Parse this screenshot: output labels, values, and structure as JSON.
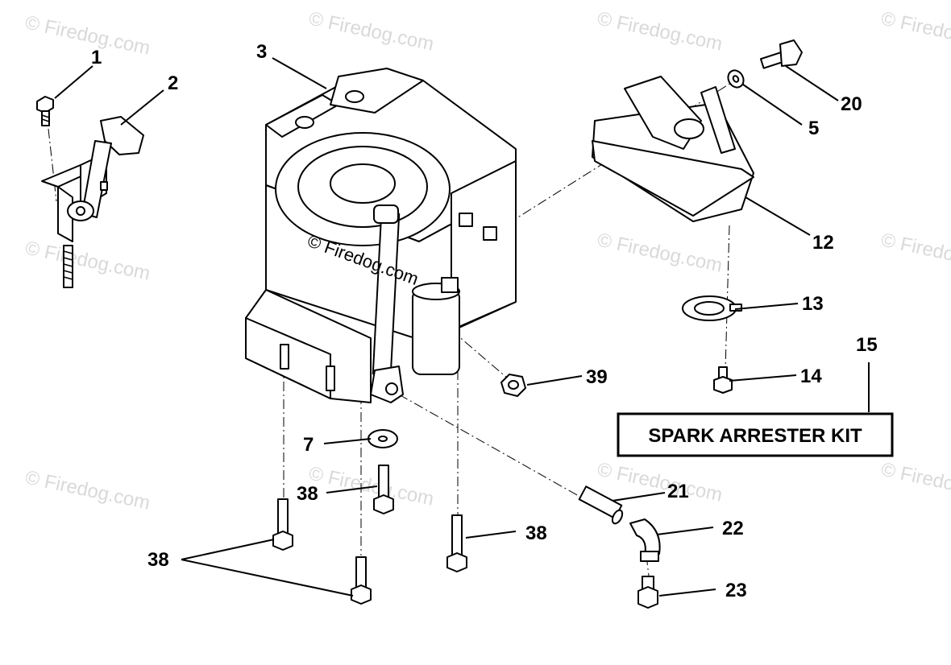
{
  "watermarks": {
    "text": "© Firedog.com",
    "center_text": "© Firedog.com"
  },
  "callouts": {
    "c1": "1",
    "c2": "2",
    "c3": "3",
    "c5": "5",
    "c7": "7",
    "c12": "12",
    "c13": "13",
    "c14": "14",
    "c15": "15",
    "c20": "20",
    "c21": "21",
    "c22": "22",
    "c23": "23",
    "c38a": "38",
    "c38b": "38",
    "c38c": "38",
    "c39": "39"
  },
  "kit_box": {
    "label": "SPARK ARRESTER KIT"
  }
}
